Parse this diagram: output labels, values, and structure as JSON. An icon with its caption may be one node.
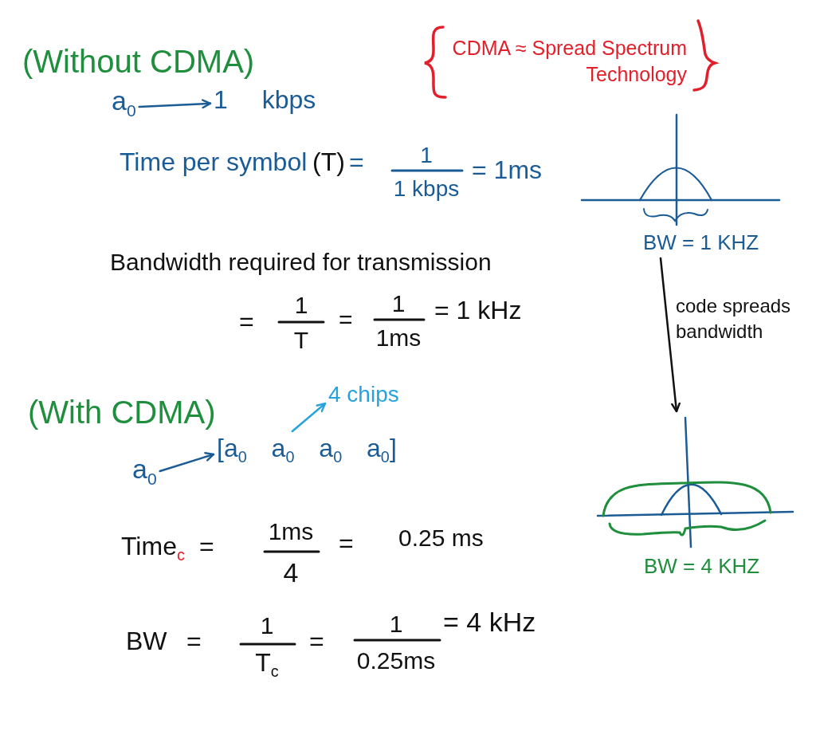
{
  "diagram": {
    "nodes": [
      {
        "text": [
          "a$_{0}$"
        ]
      },
      {
        "text": [
          "1 kbps"
        ]
      },
      {
        "text": [
          "a$_{0}$"
        ]
      },
      {
        "text": [
          "[a$_{0}$ a$_{0}$ a$_{0}$ a$_{0}$]"
        ]
      },
      {
        "text": [
          "4 chips"
        ]
      },
      {
        "text": [
          "BW = 1 KHZ"
        ]
      },
      {
        "text": [
          "BW = 4 KHZ"
        ]
      }
    ],
    "edges": [
      {
        "from": 0,
        "to": 1,
        "arrow": "to"
      },
      {
        "from": 2,
        "to": 3,
        "arrow": "to"
      },
      {
        "from": 3,
        "to": 4,
        "arrow": "to",
        "color": "#27a3dc"
      },
      {
        "from": 5,
        "to": 6,
        "arrow": "to",
        "label": "code spreads bandwidth",
        "color": "#111111"
      }
    ],
    "labels": [
      "(Without CDMA)",
      "CDMA ≈ Spread Spectrum Technology",
      "Time per symbol",
      "(T)",
      "=",
      "1",
      "1 kbps",
      "= 1ms",
      "Bandwidth required for transmission",
      "=",
      "1",
      "T",
      "=",
      "1",
      "1ms",
      "= 1 kHz",
      "(With CDMA)",
      "Time$_{c}$",
      "=",
      "1ms",
      "4",
      "=",
      "0.25 ms",
      "BW",
      "=",
      "1",
      "T$_{c}$",
      "=",
      "1",
      "0.25ms",
      "= 4 kHz"
    ]
  }
}
